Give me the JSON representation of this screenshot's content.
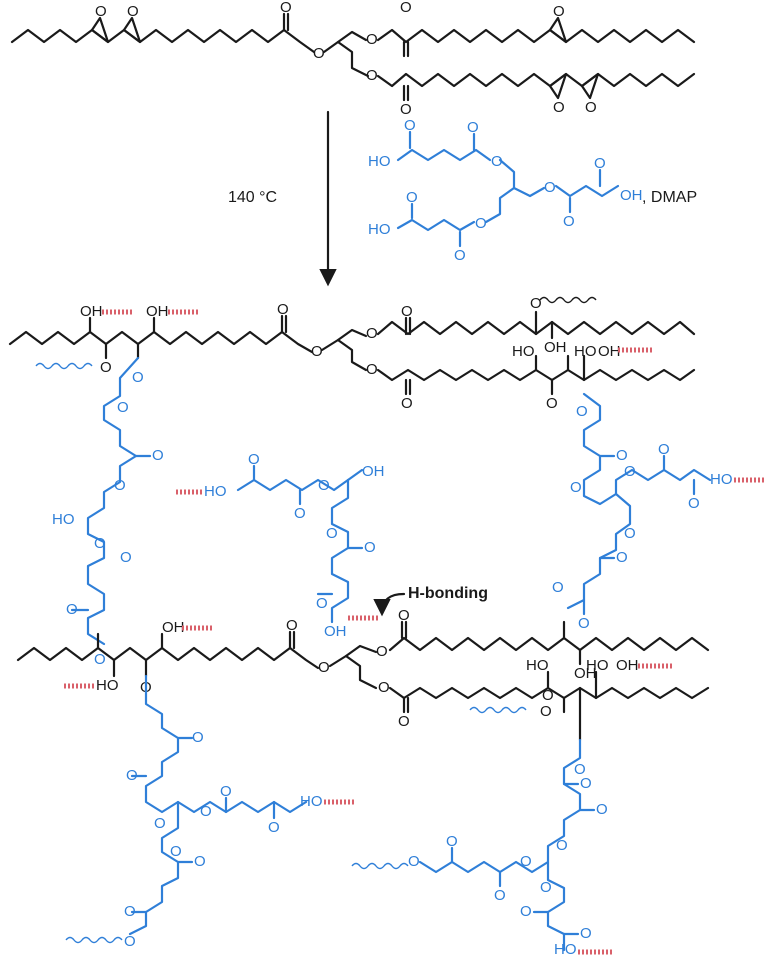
{
  "reaction": {
    "condition": "140 °C",
    "reagent_suffix": ", DMAP"
  },
  "annotations": {
    "hbonding": "H-bonding"
  },
  "atoms": {
    "O": "O",
    "OH": "OH",
    "HO": "HO"
  },
  "colors": {
    "bond_black": "#1a1a1a",
    "crosslinker_blue": "#2f7fd8",
    "hbond_red": "#d9606a"
  }
}
